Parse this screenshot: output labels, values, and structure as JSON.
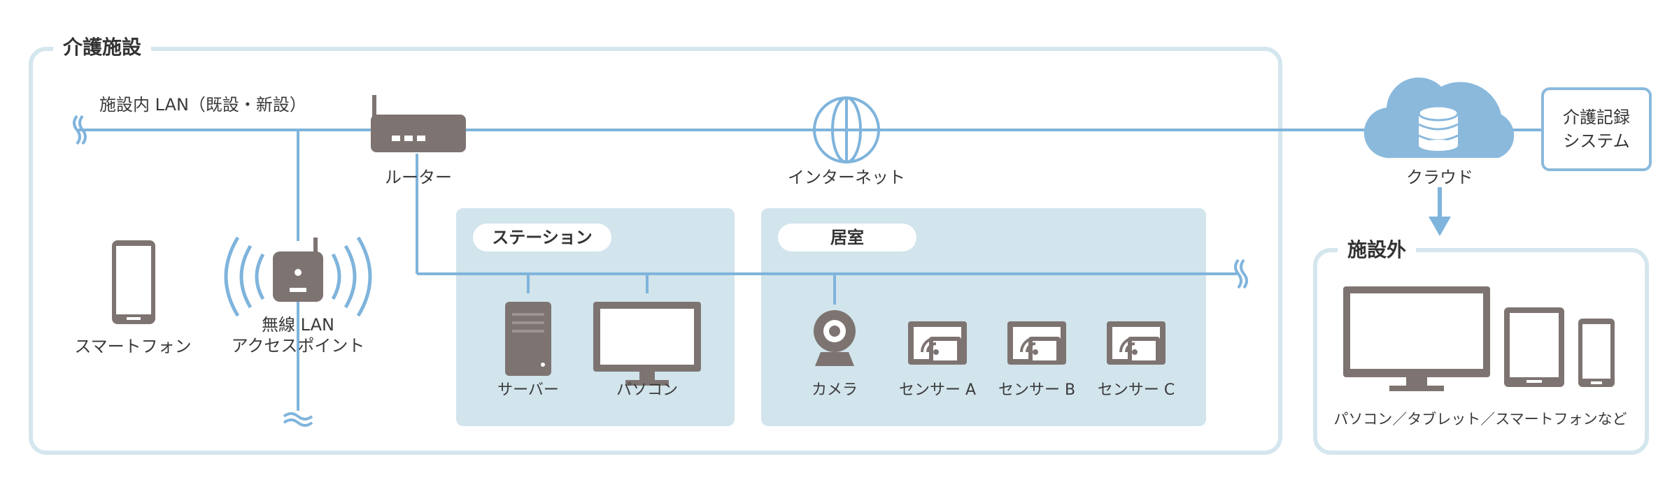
{
  "groups": {
    "facility": "介護施設",
    "outside": "施設外",
    "station": "ステーション",
    "room": "居室"
  },
  "lan_label": "施設内 LAN（既設・新設）",
  "nodes": {
    "router": "ルーター",
    "internet": "インターネット",
    "cloud": "クラウド",
    "record_system": [
      "介護記録",
      "システム"
    ],
    "smartphone": "スマートフォン",
    "wlan_ap": [
      "無線 LAN",
      "アクセスポイント"
    ],
    "server": "サーバー",
    "pc": "パソコン",
    "camera": "カメラ",
    "sensor_a": "センサー A",
    "sensor_b": "センサー B",
    "sensor_c": "センサー C",
    "outside_devices": "パソコン／タブレット／スマートフォンなど"
  },
  "colors": {
    "frame": "#d4e6ee",
    "panel": "#d2e4ec",
    "line": "#7fb4dc",
    "device": "#7d7472",
    "cloud": "#8ab9dc"
  },
  "icons": [
    "router-icon",
    "globe-icon",
    "cloud-database-icon",
    "smartphone-icon",
    "access-point-icon",
    "server-icon",
    "monitor-icon",
    "webcam-icon",
    "sensor-icon",
    "tablet-icon",
    "arrow-down-icon",
    "wave-break-icon"
  ]
}
